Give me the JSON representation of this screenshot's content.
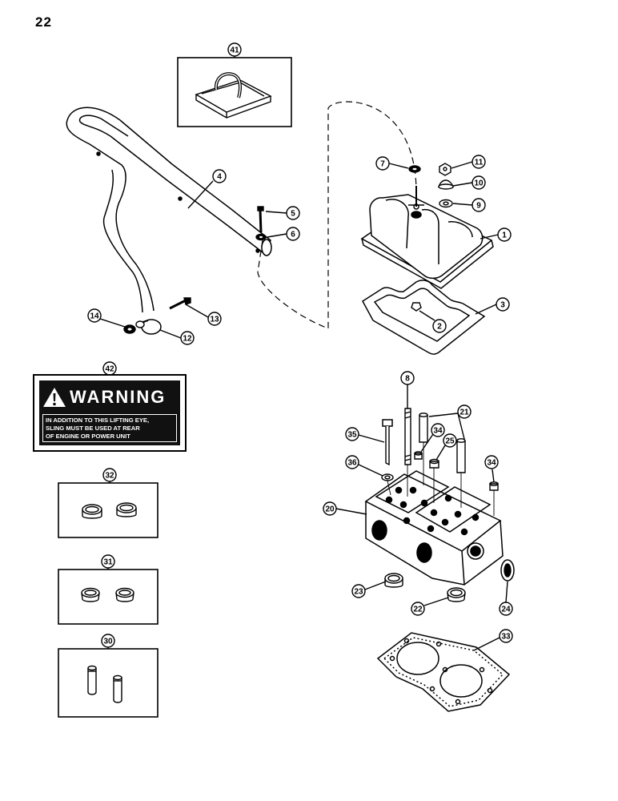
{
  "page": {
    "number": "22"
  },
  "warning_decal": {
    "heading": "WARNING",
    "lines": [
      "IN ADDITION TO THIS LIFTING EYE,",
      "SLING MUST BE USED AT REAR",
      "OF ENGINE OR POWER UNIT"
    ]
  },
  "callouts": {
    "c1": "1",
    "c2": "2",
    "c3": "3",
    "c4": "4",
    "c5": "5",
    "c6": "6",
    "c7": "7",
    "c8": "8",
    "c9": "9",
    "c10": "10",
    "c11": "11",
    "c12": "12",
    "c13": "13",
    "c14": "14",
    "c20": "20",
    "c21": "21",
    "c22": "22",
    "c23": "23",
    "c24": "24",
    "c25": "25",
    "c30": "30",
    "c31": "31",
    "c32": "32",
    "c33": "33",
    "c34a": "34",
    "c34b": "34",
    "c35": "35",
    "c36": "36",
    "c41": "41",
    "c42": "42"
  },
  "colors": {
    "ink": "#000000",
    "paper": "#ffffff",
    "decal_bg": "#111111"
  }
}
